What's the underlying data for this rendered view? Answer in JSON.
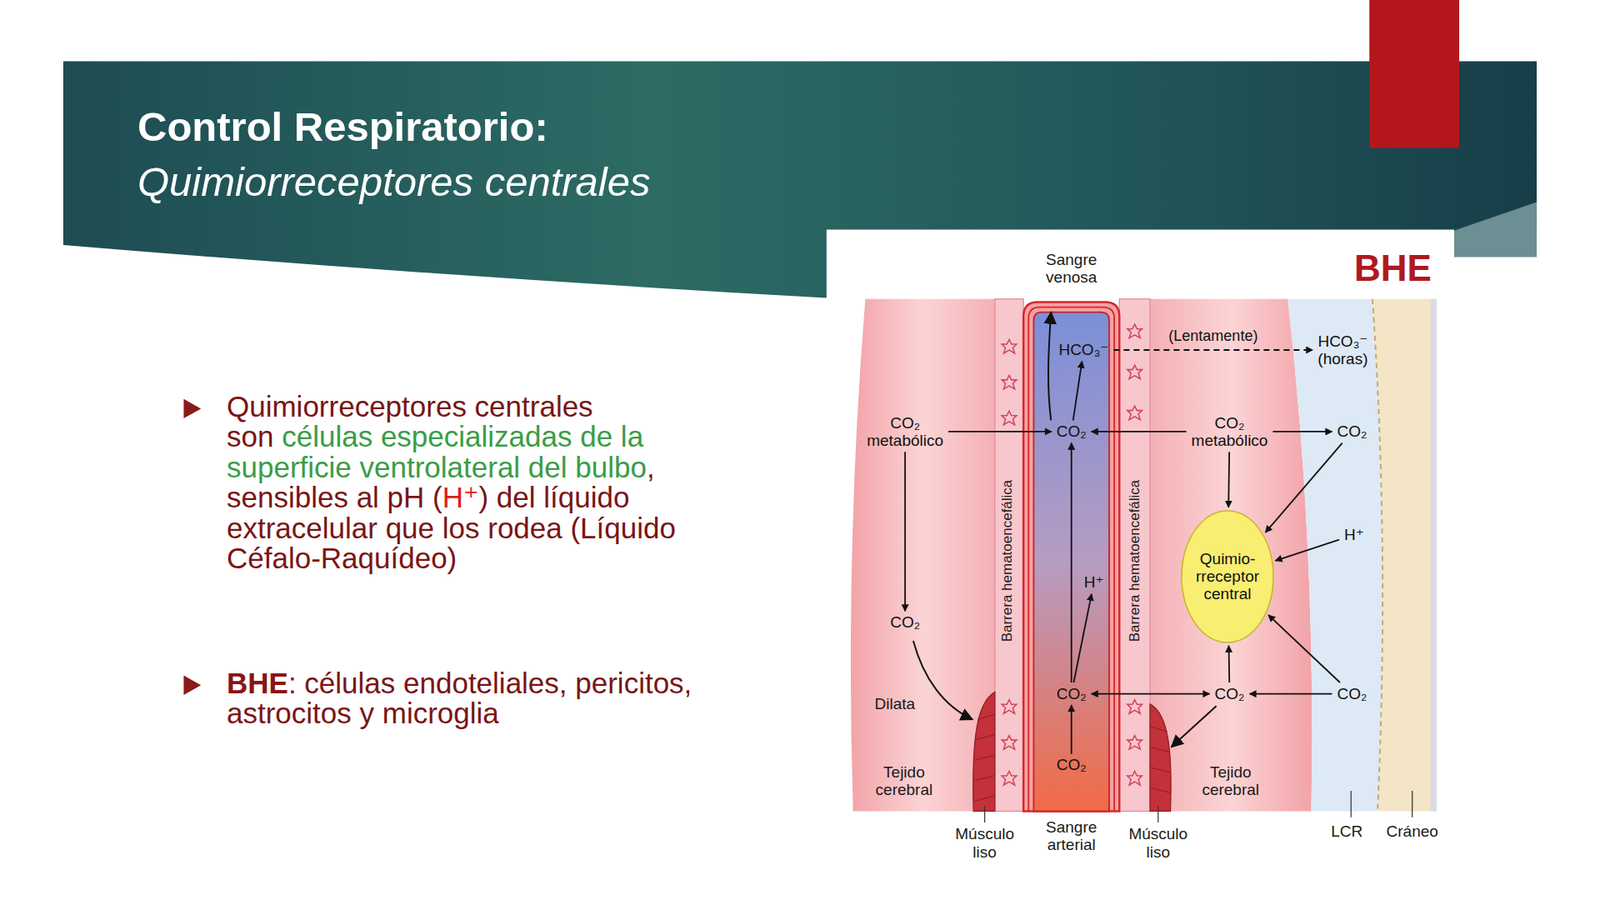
{
  "diagram": {
    "title": "Control Respiratorio:",
    "nodes": [
      {
        "text": [
          "HCO₃⁻"
        ]
      },
      {
        "text": [
          "HCO₃⁻ (horas)"
        ]
      },
      {
        "text": [
          "CO₂ metabólico"
        ]
      },
      {
        "text": [
          "CO₂"
        ]
      },
      {
        "text": [
          "CO₂ metabólico"
        ]
      },
      {
        "text": [
          "CO₂"
        ]
      },
      {
        "text": [
          "Quimio-rreceptor central"
        ]
      },
      {
        "text": [
          "H⁺"
        ]
      },
      {
        "text": [
          "H⁺"
        ]
      },
      {
        "text": [
          "CO₂"
        ]
      },
      {
        "text": [
          "CO₂"
        ]
      },
      {
        "text": [
          "CO₂"
        ]
      },
      {
        "text": [
          "CO₂"
        ]
      },
      {
        "text": [
          "CO₂"
        ]
      }
    ],
    "edges": [
      {
        "from": 0,
        "to": 1,
        "label": "(Lentamente)",
        "arrow": "to"
      },
      {
        "from": 2,
        "to": 3,
        "arrow": "to"
      },
      {
        "from": 4,
        "to": 3,
        "arrow": "to"
      },
      {
        "from": 4,
        "to": 5,
        "arrow": "to"
      },
      {
        "from": 3,
        "to": 0,
        "arrow": "to"
      },
      {
        "from": 2,
        "to": 9,
        "arrow": "to"
      },
      {
        "from": 4,
        "to": 6,
        "arrow": "to"
      },
      {
        "from": 5,
        "to": 6,
        "arrow": "to"
      },
      {
        "from": 7,
        "to": 6,
        "arrow": "to"
      },
      {
        "from": 10,
        "to": 3,
        "arrow": "to"
      },
      {
        "from": 10,
        "to": 8,
        "arrow": "to"
      },
      {
        "from": 10,
        "to": 11,
        "arrow": "both"
      },
      {
        "from": 12,
        "to": 11,
        "arrow": "to"
      },
      {
        "from": 11,
        "to": 6,
        "arrow": "to"
      },
      {
        "from": 12,
        "to": 6,
        "arrow": "to"
      },
      {
        "from": 13,
        "to": 10,
        "arrow": "to"
      }
    ],
    "labels": [
      "Quimiorreceptores centrales",
      "Quimiorreceptores centrales son",
      "células especializadas de la superficie ventrolateral del bulbo",
      ", sensibles al pH (",
      "H⁺",
      ") del líquido extracelular que los rodea (Líquido Céfalo-Raquídeo)",
      "BHE",
      ": células endoteliales, pericitos, astrocitos y microglia",
      "Sangre venosa",
      "BHE",
      "Barrera hematoencefálica",
      "Barrera hematoencefálica",
      "Dilata",
      "Tejido cerebral",
      "Tejido cerebral",
      "Sangre arterial",
      "Músculo liso",
      "Músculo liso",
      "LCR",
      "Cráneo"
    ]
  }
}
